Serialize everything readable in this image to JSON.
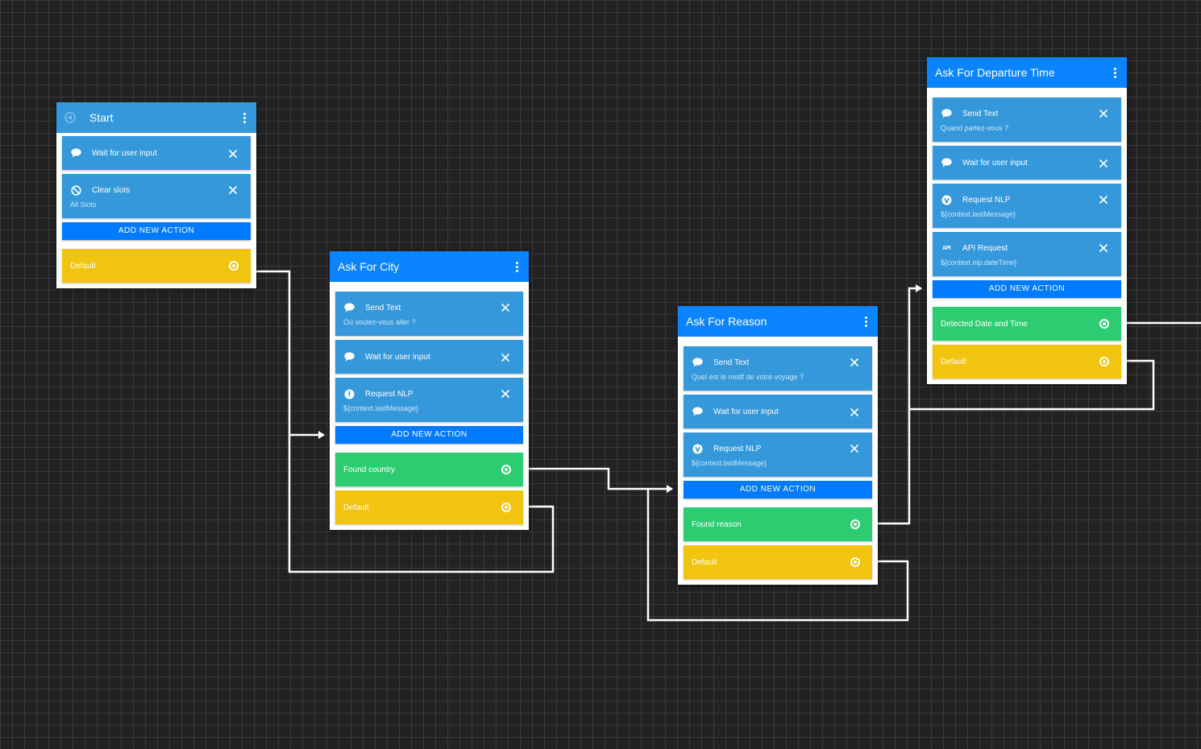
{
  "nodes": {
    "start": {
      "title": "Start",
      "actions": [
        {
          "title": "Wait for user input",
          "icon": "chat-bubble-icon"
        },
        {
          "title": "Clear slots",
          "subtitle": "All Slots",
          "icon": "block-icon"
        }
      ],
      "add_label": "ADD NEW ACTION",
      "transitions": [
        {
          "label": "Default",
          "color": "#f1c40f"
        }
      ]
    },
    "ask_city": {
      "title": "Ask For City",
      "actions": [
        {
          "title": "Send Text",
          "subtitle": "Où voulez-vous aller ?",
          "icon": "chat-bubble-icon"
        },
        {
          "title": "Wait for user input",
          "icon": "chat-bubble-icon"
        },
        {
          "title": "Request NLP",
          "subtitle": "${context.lastMessage}",
          "icon": "nlp-icon"
        }
      ],
      "add_label": "ADD NEW ACTION",
      "transitions": [
        {
          "label": "Found country",
          "color": "#2ecc71"
        },
        {
          "label": "Default",
          "color": "#f1c40f"
        }
      ]
    },
    "ask_reason": {
      "title": "Ask For Reason",
      "actions": [
        {
          "title": "Send Text",
          "subtitle": "Quel est le motif de votre voyage ?",
          "icon": "chat-bubble-icon"
        },
        {
          "title": "Wait for user input",
          "icon": "chat-bubble-icon"
        },
        {
          "title": "Request NLP",
          "subtitle": "${context.lastMessage}",
          "icon": "nlp-icon"
        }
      ],
      "add_label": "ADD NEW ACTION",
      "transitions": [
        {
          "label": "Found reason",
          "color": "#2ecc71"
        },
        {
          "label": "Default",
          "color": "#f1c40f"
        }
      ]
    },
    "ask_departure": {
      "title": "Ask For Departure Time",
      "actions": [
        {
          "title": "Send Text",
          "subtitle": "Quand partez-vous ?",
          "icon": "chat-bubble-icon"
        },
        {
          "title": "Wait for user input",
          "icon": "chat-bubble-icon"
        },
        {
          "title": "Request NLP",
          "subtitle": "${context.lastMessage}",
          "icon": "nlp-icon"
        },
        {
          "title": "API Request",
          "subtitle": "${context.nlp.dateTime}",
          "icon": "api-icon",
          "icon_text": "API"
        }
      ],
      "add_label": "ADD NEW ACTION",
      "transitions": [
        {
          "label": "Detected Date and Time",
          "color": "#2ecc71"
        },
        {
          "label": "Default",
          "color": "#f1c40f"
        }
      ]
    }
  },
  "colors": {
    "header_primary": "#0a84ff",
    "header_start": "#3498db",
    "action": "#3498db",
    "add_button": "#007bff",
    "canvas": "#222222",
    "wire": "#ffffff"
  }
}
